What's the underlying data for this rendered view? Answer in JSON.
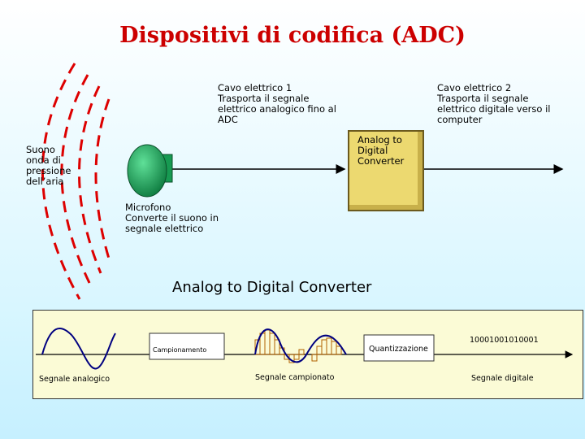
{
  "title": "Dispositivi di codifica (ADC)",
  "cable1": {
    "title": "Cavo elettrico 1",
    "desc": "Trasporta il segnale elettrico analogico fino al ADC"
  },
  "cable2": {
    "title": "Cavo elettrico 2",
    "desc": "Trasporta il segnale elettrico digitale verso il computer"
  },
  "sound": {
    "title": "Suono",
    "desc": "onda di pressione dell’aria"
  },
  "adc_box": {
    "line1": "Analog to",
    "line2": "Digital",
    "line3": "Converter"
  },
  "microphone": {
    "title": "Microfono",
    "desc": "Converte il suono in segnale elettrico"
  },
  "adc_section_title": "Analog to Digital Converter",
  "panel": {
    "sampling_label": "Campionamento",
    "quantization_label": "Quantizzazione",
    "bits": "10001001010001",
    "analog_label": "Segnale analogico",
    "sampled_label": "Segnale campionato",
    "digital_label": "Segnale digitale"
  },
  "colors": {
    "title": "#cc0000",
    "wave": "#dd0000",
    "mic": "#1aa35a",
    "box": "#ecd970",
    "panel": "#fbfbd6"
  }
}
